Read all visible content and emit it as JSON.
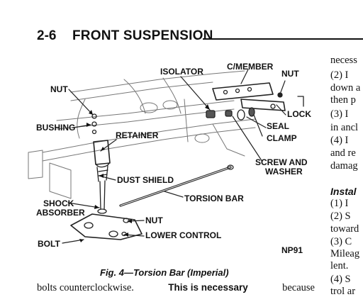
{
  "header": {
    "page_number": "2-6",
    "section_title": "FRONT SUSPENSION"
  },
  "figure": {
    "labels": {
      "isolator": "ISOLATOR",
      "c_member": "C/MEMBER",
      "nut_top_right": "NUT",
      "nut_left": "NUT",
      "bushing": "BUSHING",
      "retainer": "RETAINER",
      "lock": "LOCK",
      "seal": "SEAL",
      "clamp": "CLAMP",
      "screw_and": "SCREW AND",
      "washer": "WASHER",
      "dust_shield": "DUST SHIELD",
      "torsion_bar": "TORSION BAR",
      "shock": "SHOCK",
      "absorber": "ABSORBER",
      "nut_bottom": "NUT",
      "lower_control": "LOWER CONTROL",
      "bolt": "BOLT",
      "figure_code": "NP91"
    },
    "caption": "Fig. 4—Torsion Bar (Imperial)"
  },
  "body": {
    "line_start": "bolts counterclockwise.",
    "line_bold": "This is necessary",
    "line_end": "because"
  },
  "right_column": [
    {
      "text": "necess",
      "style": "body"
    },
    {
      "text": "(2) I",
      "style": "body"
    },
    {
      "text": "down a",
      "style": "body"
    },
    {
      "text": "then p",
      "style": "body"
    },
    {
      "text": "(3) I",
      "style": "body"
    },
    {
      "text": "in ancl",
      "style": "body"
    },
    {
      "text": "(4) I",
      "style": "body"
    },
    {
      "text": "and re",
      "style": "body"
    },
    {
      "text": "damag",
      "style": "body"
    },
    {
      "text": "Instal",
      "style": "head"
    },
    {
      "text": "(1) I",
      "style": "body"
    },
    {
      "text": "(2) S",
      "style": "body"
    },
    {
      "text": "toward",
      "style": "body"
    },
    {
      "text": "(3) C",
      "style": "body"
    },
    {
      "text": "Mileag",
      "style": "body"
    },
    {
      "text": "lent.",
      "style": "body"
    },
    {
      "text": "(4) S",
      "style": "body"
    },
    {
      "text": "trol ar",
      "style": "body"
    }
  ]
}
